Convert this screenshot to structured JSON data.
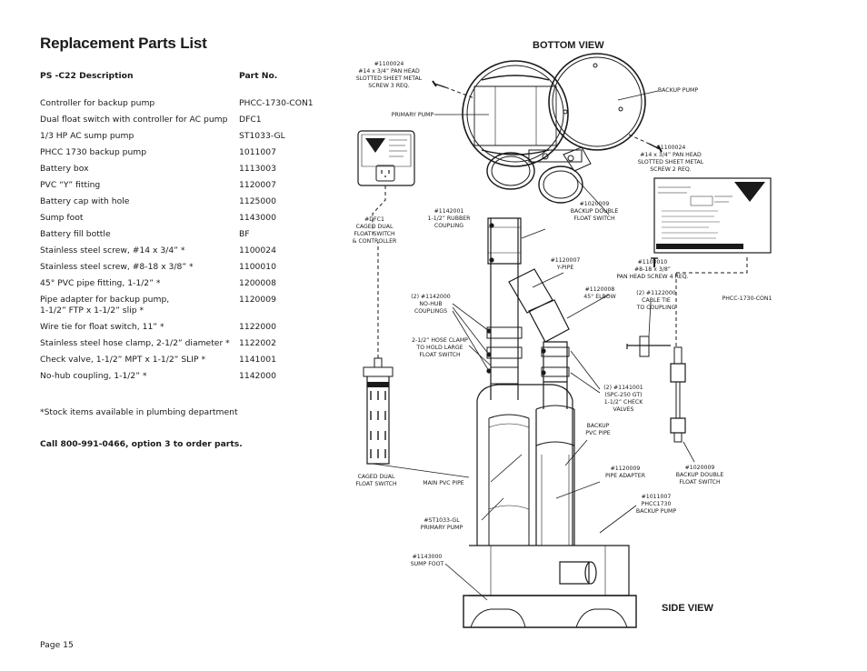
{
  "page": {
    "title": "Replacement Parts List",
    "page_number": "Page 15"
  },
  "parts_list": {
    "header_description": "PS -C22 Description",
    "header_part_no": "Part No.",
    "items": [
      {
        "description": "Controller for backup pump",
        "part_no": "PHCC-1730-CON1"
      },
      {
        "description": "Dual float switch with controller for AC pump",
        "part_no": "DFC1"
      },
      {
        "description": "1/3 HP AC sump pump",
        "part_no": "ST1033-GL"
      },
      {
        "description": "PHCC 1730 backup pump",
        "part_no": "1011007"
      },
      {
        "description": "Battery box",
        "part_no": "1113003"
      },
      {
        "description": "PVC “Y” fitting",
        "part_no": "1120007"
      },
      {
        "description": "Battery cap with hole",
        "part_no": "1125000"
      },
      {
        "description": "Sump foot",
        "part_no": "1143000"
      },
      {
        "description": "Battery fill bottle",
        "part_no": "BF"
      },
      {
        "description": "Stainless steel screw, #14 x 3/4” *",
        "part_no": "1100024"
      },
      {
        "description": "Stainless steel screw, #8-18 x 3/8” *",
        "part_no": "1100010"
      },
      {
        "description": "45° PVC pipe fitting, 1-1/2” *",
        "part_no": "1200008"
      },
      {
        "description": "Pipe adapter for backup pump,\n1-1/2” FTP x 1-1/2” slip *",
        "part_no": "1120009"
      },
      {
        "description": "Wire tie for float switch, 11” *",
        "part_no": "1122000"
      },
      {
        "description": "Stainless steel hose clamp, 2-1/2” diameter *",
        "part_no": "1122002"
      },
      {
        "description": "Check valve, 1-1/2” MPT x 1-1/2” SLIP *",
        "part_no": "1141001"
      },
      {
        "description": "No-hub coupling, 1-1/2” *",
        "part_no": "1142000"
      }
    ],
    "stock_note": "*Stock items available in plumbing department",
    "order_note": "Call 800-991-0466, option 3 to order parts."
  },
  "diagram": {
    "bottom_view_label": "BOTTOM VIEW",
    "side_view_label": "SIDE VIEW",
    "callouts": {
      "screw_top_l1": "#1100024",
      "screw_top_l2": "#14 x 3/4” PAN HEAD",
      "screw_top_l3": "SLOTTED SHEET METAL",
      "screw_top_l4": "SCREW 3 REQ.",
      "backup_pump": "BACKUP PUMP",
      "primary_pump": "PRIMARY PUMP",
      "screw_right_l1": "#1100024",
      "screw_right_l2": "#14 x 3/4” PAN HEAD",
      "screw_right_l3": "SLOTTED SHEET METAL",
      "screw_right_l4": "SCREW 2 REQ.",
      "float_bottom_l1": "#1020009",
      "float_bottom_l2": "BACKUP DOUBLE",
      "float_bottom_l3": "FLOAT SWITCH",
      "rubber_l1": "#1142001",
      "rubber_l2": "1-1/2” RUBBER",
      "rubber_l3": "COUPLING",
      "dfc_l1": "#DFC1",
      "dfc_l2": "CAGED DUAL",
      "dfc_l3": "FLOAT SWITCH",
      "dfc_l4": "& CONTROLLER",
      "ypipe_l1": "#1120007",
      "ypipe_l2": "Y-PIPE",
      "screw8_l1": "#1100010",
      "screw8_l2": "#8-18 x 3/8”",
      "screw8_l3": "PAN HEAD SCREW 4 REQ.",
      "nohub_l1": "(2) #1142000",
      "nohub_l2": "NO-HUB",
      "nohub_l3": "COUPLINGS",
      "elbow_l1": "#1120008",
      "elbow_l2": "45° ELBOW",
      "cabletie_l1": "(2) #1122000",
      "cabletie_l2": "CABLE TIE",
      "cabletie_l3": "TO COUPLING",
      "controller": "PHCC-1730-CON1",
      "hoseclamp_l1": "2-1/2” HOSE CLAMP",
      "hoseclamp_l2": "TO HOLD LARGE",
      "hoseclamp_l3": "FLOAT SWITCH",
      "check_l1": "(2) #1141001",
      "check_l2": "(SPC-250 GT)",
      "check_l3": "1-1/2” CHECK",
      "check_l4": "VALVES",
      "backup_pvc_l1": "BACKUP",
      "backup_pvc_l2": "PVC PIPE",
      "caged_l1": "CAGED DUAL",
      "caged_l2": "FLOAT SWITCH",
      "main_pvc": "MAIN PVC PIPE",
      "adapter_l1": "#1120009",
      "adapter_l2": "PIPE ADAPTER",
      "float_side_l1": "#1020009",
      "float_side_l2": "BACKUP DOUBLE",
      "float_side_l3": "FLOAT SWITCH",
      "phcc_l1": "#1011007",
      "phcc_l2": "PHCC1730",
      "phcc_l3": "BACKUP PUMP",
      "primary_side_l1": "#ST1033-GL",
      "primary_side_l2": "PRIMARY PUMP",
      "foot_l1": "#1143000",
      "foot_l2": "SUMP FOOT"
    }
  }
}
